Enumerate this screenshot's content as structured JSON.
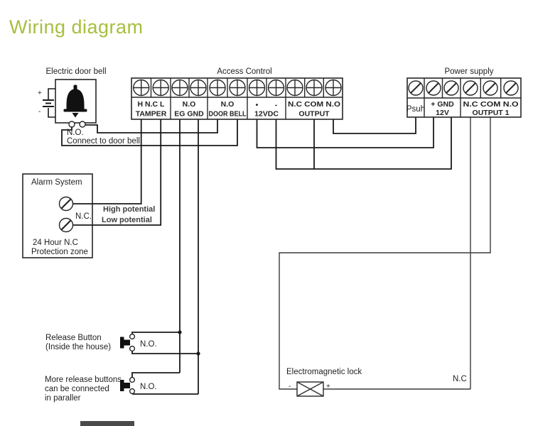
{
  "title": "Wiring diagram",
  "door_bell": {
    "title": "Electric door bell",
    "no": "N.O.",
    "connect": "Connect to door bell",
    "battery_plus": "+",
    "battery_minus": "-"
  },
  "access_control": {
    "title": "Access Control",
    "groups": [
      {
        "row1": "H N.C L",
        "row2": "TAMPER"
      },
      {
        "row1": "N.O",
        "row2": "EG GND"
      },
      {
        "row1": "N.O",
        "row2": "DOOR BELL"
      },
      {
        "mark_plus": "•",
        "mark_minus": "-",
        "row2": "12VDC"
      },
      {
        "row1": "N.C COM N.O",
        "row2": "OUTPUT"
      }
    ]
  },
  "power_supply": {
    "title": "Power supply",
    "groups": [
      {
        "row1": "Psuh"
      },
      {
        "row1": "+ GND",
        "row2": "12V"
      },
      {
        "row1": "N.C COM N.O",
        "row2": "OUTPUT 1"
      }
    ]
  },
  "alarm": {
    "title": "Alarm System",
    "nc": "N.C.",
    "zone1": "24 Hour N.C",
    "zone2": "Protection zone",
    "high": "High potential",
    "low": "Low potential"
  },
  "release_button": {
    "line1": "Release Button",
    "line2": "(Inside the house)",
    "no": "N.O."
  },
  "more_buttons": {
    "line1": "More release buttons",
    "line2": "can be connected",
    "line3": "in paraller",
    "no": "N.O."
  },
  "lock": {
    "title": "Electromagnetic lock",
    "nc": "N.C",
    "minus": "-",
    "plus": "+"
  },
  "colors": {
    "accent": "#a6bf3e",
    "wire": "#1a1a1a",
    "wire_thin": "#3a3a3a"
  }
}
